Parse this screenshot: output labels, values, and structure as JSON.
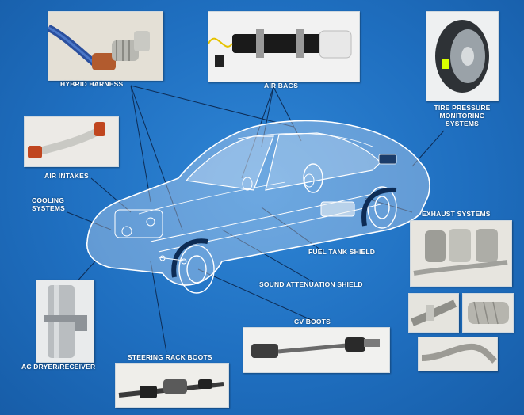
{
  "labels": {
    "hybrid_harness": "HYBRID HARNESS",
    "air_bags": "AIR BAGS",
    "tire_pressure": [
      "TIRE PRESSURE",
      "MONITORING",
      "SYSTEMS"
    ],
    "air_intakes": "AIR INTAKES",
    "cooling_systems": [
      "COOLING",
      "SYSTEMS"
    ],
    "exhaust_systems": "EXHAUST SYSTEMS",
    "fuel_tank_shield": "FUEL TANK SHIELD",
    "sound_attenuation_shield": "SOUND ATTENUATION SHIELD",
    "cv_boots": "CV BOOTS",
    "steering_rack_boots": "STEERING RACK BOOTS",
    "ac_dryer_receiver": "AC DRYER/RECEIVER"
  },
  "colors": {
    "background": "#1f6fc0",
    "car_outline": "#ffffff",
    "car_fill": "#dfe9f5",
    "leader_lines": "#0d2c55",
    "label_text": "#ffffff",
    "photo_background": "#eef2f4"
  }
}
